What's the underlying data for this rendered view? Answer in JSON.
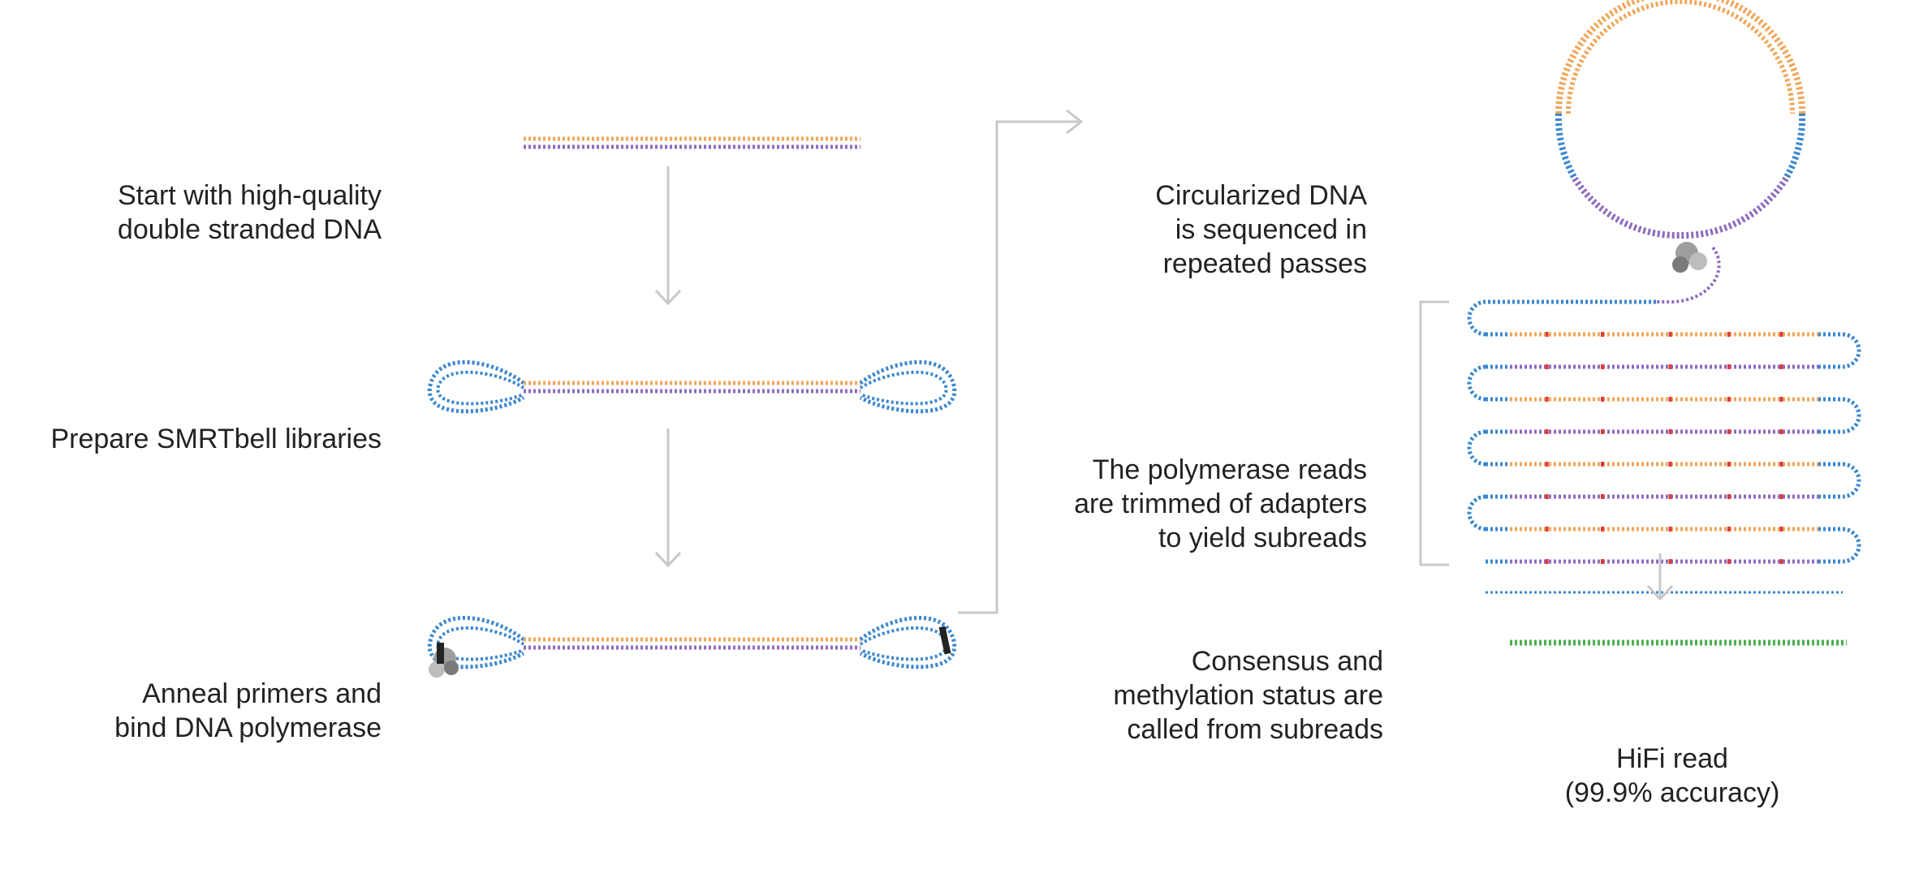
{
  "labels": {
    "step1": [
      "Start with high-quality",
      "double stranded DNA"
    ],
    "step2": [
      "Prepare SMRTbell libraries"
    ],
    "step3": [
      "Anneal primers and",
      "bind DNA polymerase"
    ],
    "step4": [
      "Circularized DNA",
      "is sequenced in",
      "repeated passes"
    ],
    "step5": [
      "The polymerase reads",
      "are trimmed of adapters",
      "to yield subreads"
    ],
    "step6": [
      "Consensus and",
      "methylation status are",
      "called from subreads"
    ],
    "result": [
      "HiFi read",
      "(99.9% accuracy)"
    ]
  },
  "colors": {
    "orange": "#F2A65A",
    "purple": "#8E6BBF",
    "blue": "#3A87CF",
    "green": "#4CAF50",
    "red": "#E53935",
    "arrow": "#C8C8C8",
    "text": "#222222",
    "polymerase": "#9E9E9E"
  },
  "icons": {
    "polymerase": "polymerase-enzyme-icon",
    "primer": "primer-icon"
  }
}
